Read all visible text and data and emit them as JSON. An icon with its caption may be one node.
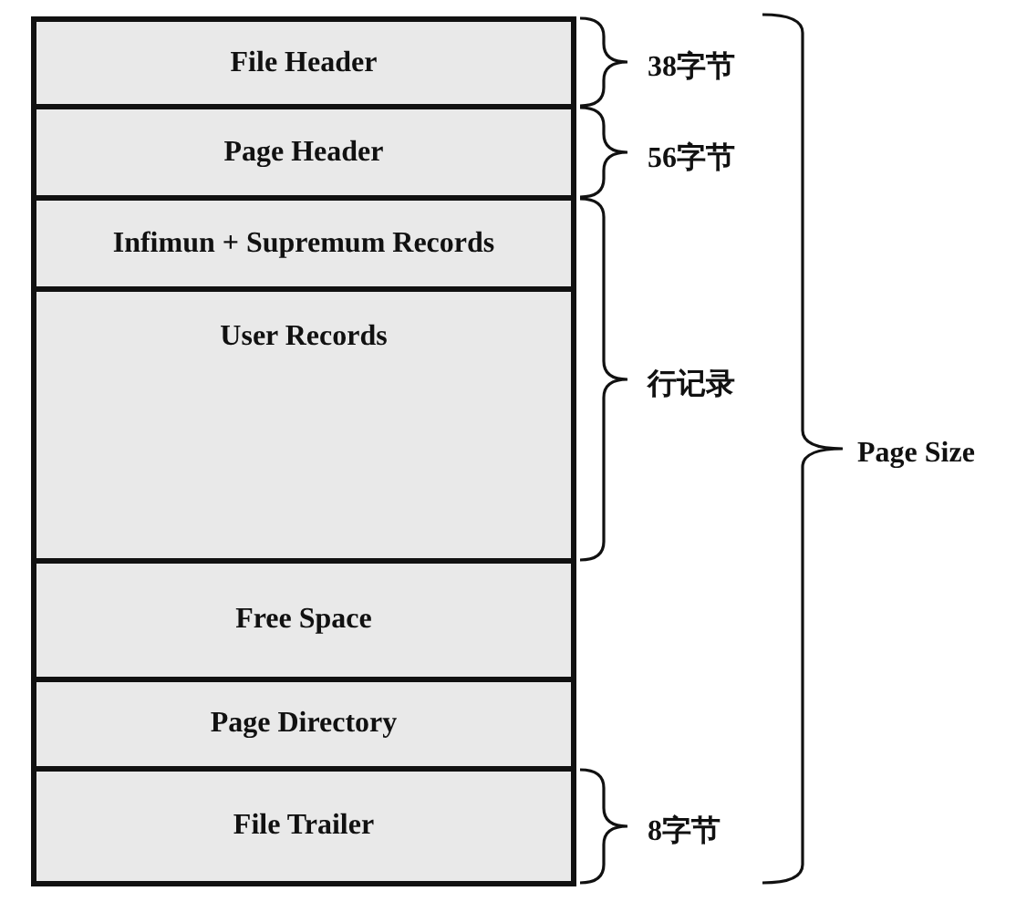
{
  "diagram": {
    "nodes": [
      {
        "text": [
          "File Header"
        ]
      },
      {
        "text": [
          "Page Header"
        ]
      },
      {
        "text": [
          "Infimun + Supremum Records"
        ]
      },
      {
        "text": [
          "User Records"
        ]
      },
      {
        "text": [
          "Free Space"
        ]
      },
      {
        "text": [
          "Page Directory"
        ]
      },
      {
        "text": [
          "File Trailer"
        ]
      }
    ],
    "edges": [],
    "labels": [
      "38字节",
      "56字节",
      "行记录",
      "Page Size",
      "8字节"
    ]
  }
}
